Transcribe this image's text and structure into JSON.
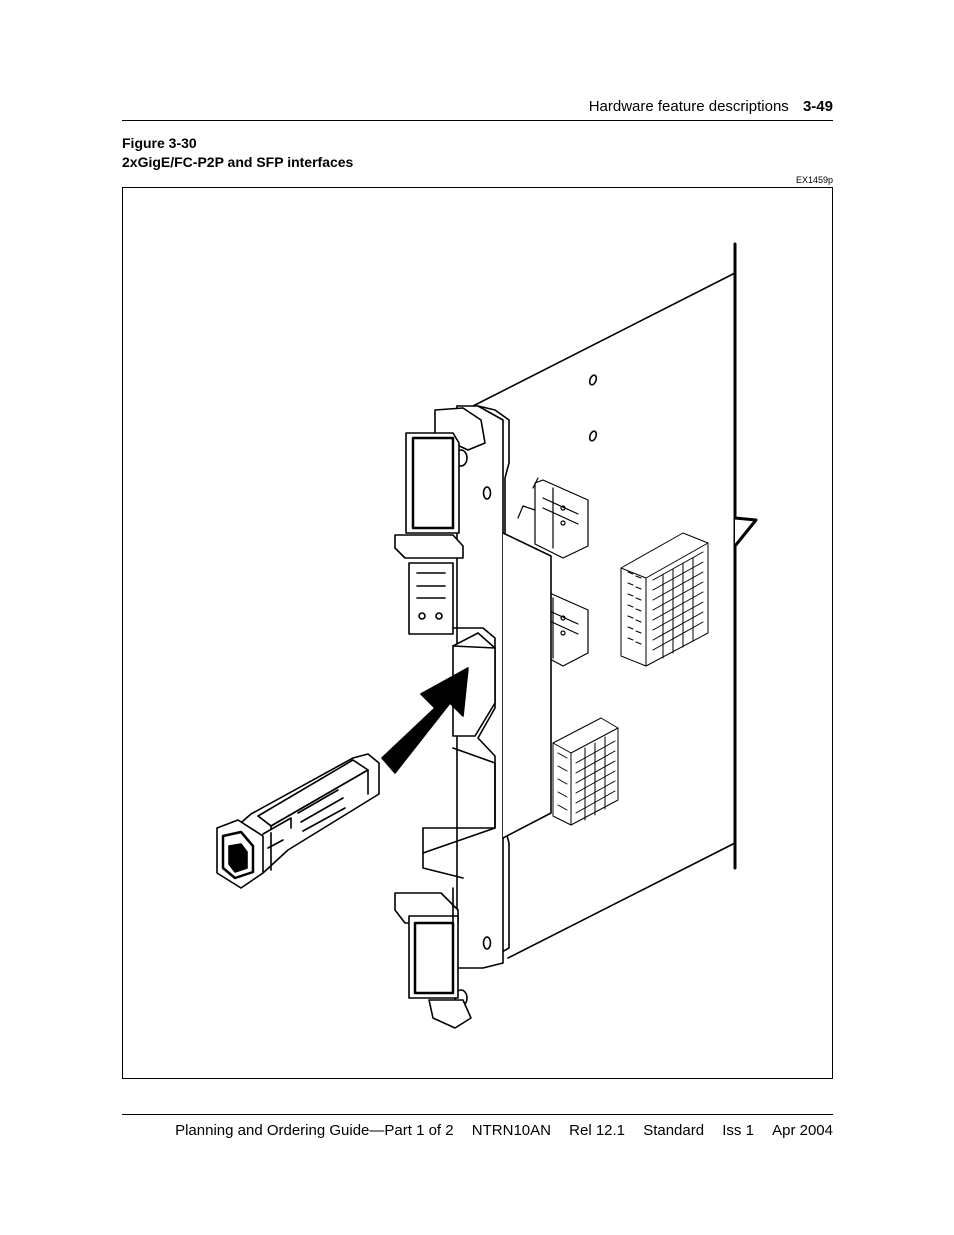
{
  "header": {
    "section": "Hardware feature descriptions",
    "page_number": "3-49"
  },
  "figure": {
    "number": "Figure 3-30",
    "title": "2xGigE/FC-P2P and SFP interfaces",
    "code": "EX1459p",
    "illustration": "circuit-pack-with-sfp-insertion"
  },
  "footer": {
    "doc_title": "Planning and Ordering Guide—Part 1 of 2",
    "doc_number": "NTRN10AN",
    "release": "Rel 12.1",
    "status": "Standard",
    "issue": "Iss 1",
    "date": "Apr 2004"
  }
}
